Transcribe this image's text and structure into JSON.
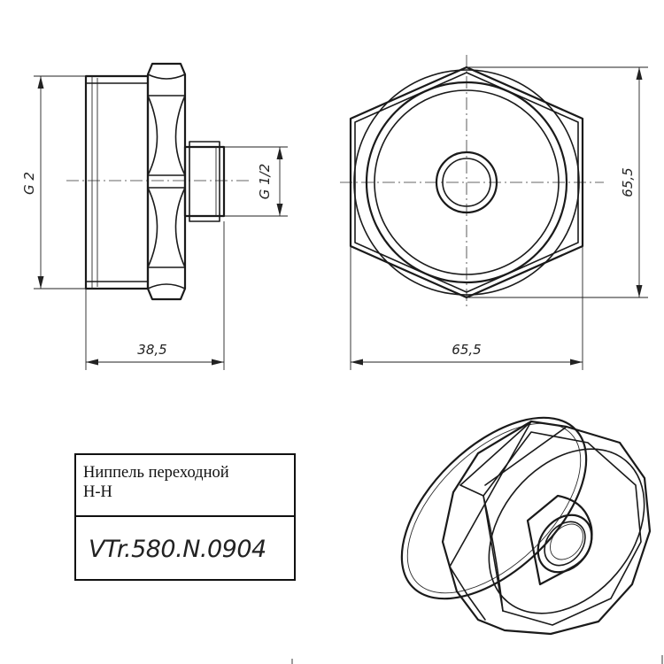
{
  "dimensions": {
    "left_thread": "G 2",
    "right_thread": "G 1/2",
    "left_length": "38,5",
    "front_width": "65,5",
    "front_height": "65,5"
  },
  "title_block": {
    "name_line1": "Ниппель переходной",
    "name_line2": "Н-Н",
    "code": "VTr.580.N.0904"
  },
  "colors": {
    "line": "#1a1a1a",
    "background": "#ffffff"
  }
}
